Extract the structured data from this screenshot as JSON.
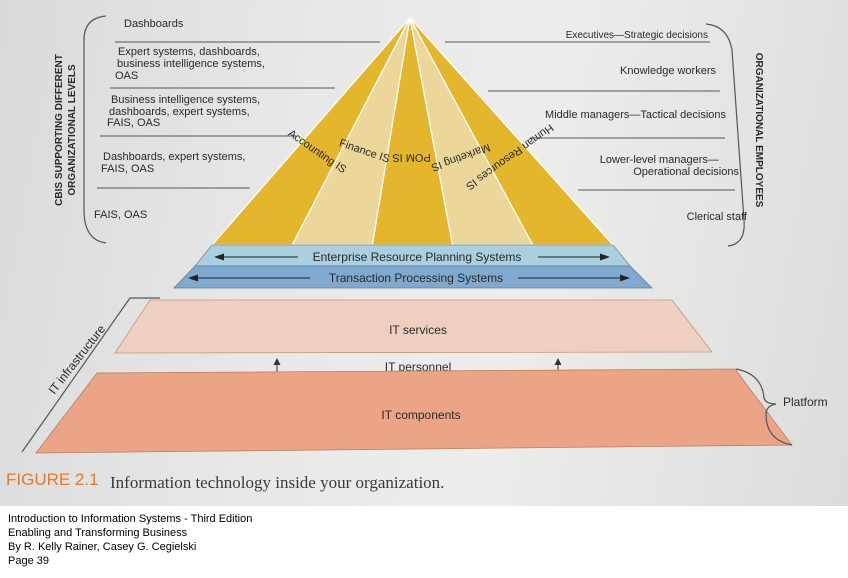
{
  "colors": {
    "pyramid_dark": "#e4b62c",
    "pyramid_light": "#ecd79a",
    "erp": "#a9cfe0",
    "tps": "#7fa9cf",
    "it_services": "#efcfbf",
    "it_components": "#eba485"
  },
  "left_group_label_1": "CBIS SUPPORTING DIFFERENT",
  "left_group_label_2": "ORGANIZATIONAL LEVELS",
  "left_levels": [
    {
      "lines": [
        "Dashboards"
      ]
    },
    {
      "lines": [
        "Expert systems, dashboards,",
        "business intelligence systems,",
        "OAS"
      ]
    },
    {
      "lines": [
        "Business intelligence systems,",
        "dashboards, expert systems,",
        "FAIS, OAS"
      ]
    },
    {
      "lines": [
        "Dashboards, expert systems,",
        "FAIS, OAS"
      ]
    },
    {
      "lines": [
        "FAIS, OAS"
      ]
    }
  ],
  "right_group_label": "ORGANIZATIONAL EMPLOYEES",
  "right_levels": [
    {
      "lines": [
        "Executives—Strategic decisions"
      ]
    },
    {
      "lines": [
        "Knowledge workers"
      ]
    },
    {
      "lines": [
        "Middle managers—Tactical decisions"
      ]
    },
    {
      "lines": [
        "Lower-level managers—",
        "Operational decisions"
      ]
    },
    {
      "lines": [
        "Clerical staff"
      ]
    }
  ],
  "functional_areas": [
    "Accounting IS",
    "Finance IS",
    "POM IS",
    "Marketing IS",
    "Human Resources IS"
  ],
  "erp_label": "Enterprise Resource Planning Systems",
  "tps_label": "Transaction Processing Systems",
  "it_services_label": "IT services",
  "it_personnel_label": "IT personnel",
  "it_components_label": "IT components",
  "it_infrastructure_label": "IT infrastructure",
  "platform_label": "Platform",
  "caption": {
    "figure_number": "FIGURE 2.1",
    "text": "Information technology inside your organization."
  },
  "credits": [
    "Introduction to Information Systems - Third Edition",
    "Enabling and Transforming Business",
    "By R. Kelly Rainer, Casey G. Cegielski",
    "Page 39"
  ]
}
